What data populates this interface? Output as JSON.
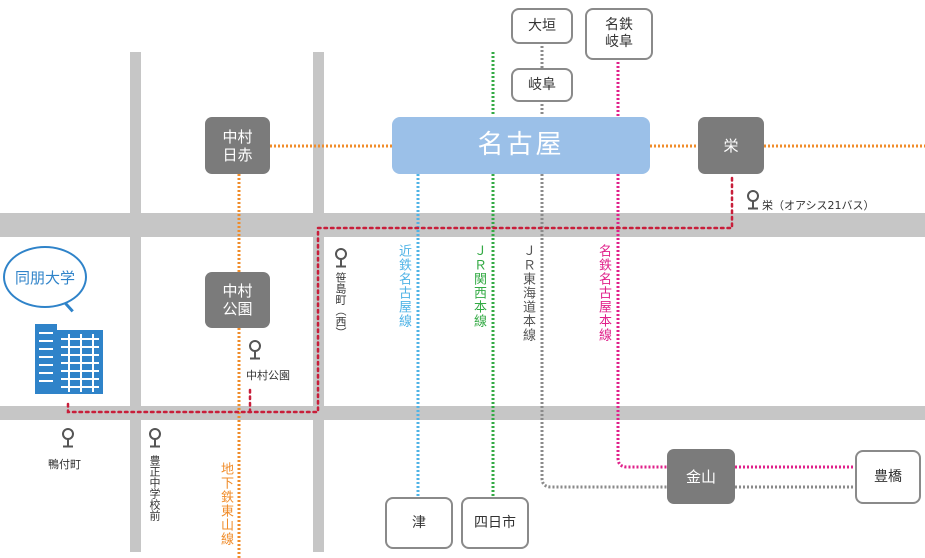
{
  "colors": {
    "road": "#c6c6c6",
    "route": "#c81e3a",
    "higashiyama_line": "#f08c2a",
    "kintetsu_line": "#4fb3e6",
    "jr_kansai_line": "#33aa44",
    "jr_tokaido_line": "#8a8a8a",
    "meitetsu_line": "#e0208a",
    "university": "#2f83c9"
  },
  "stations": {
    "ogaki": "大垣",
    "meitetsu_gifu": "名鉄\n岐阜",
    "gifu": "岐阜",
    "nagoya": "名古屋",
    "nakamura_nisseki": "中村\n日赤",
    "sakae": "栄",
    "nakamura_koen": "中村\n公園",
    "kanayama": "金山",
    "toyohashi": "豊橋",
    "tsu": "津",
    "yokkaichi": "四日市"
  },
  "lines": {
    "kintetsu": "近鉄名古屋線",
    "jr_kansai": "ＪＲ関西本線",
    "jr_tokaido": "ＪＲ東海道本線",
    "meitetsu": "名鉄名古屋本線",
    "higashiyama": "地下鉄東山線"
  },
  "bus_stops": {
    "sakae": "栄（オアシス21バス）",
    "sasashima": "笹島町（西）",
    "nakamura_koen": "中村公園",
    "kamotsuke": "鴨付町",
    "toyo_chugakko": "豊正中学校前"
  },
  "university": {
    "name": "同朋大学",
    "icon": "building-icon"
  },
  "icons": {
    "bus_stop": "bus-stop-pin-icon"
  }
}
